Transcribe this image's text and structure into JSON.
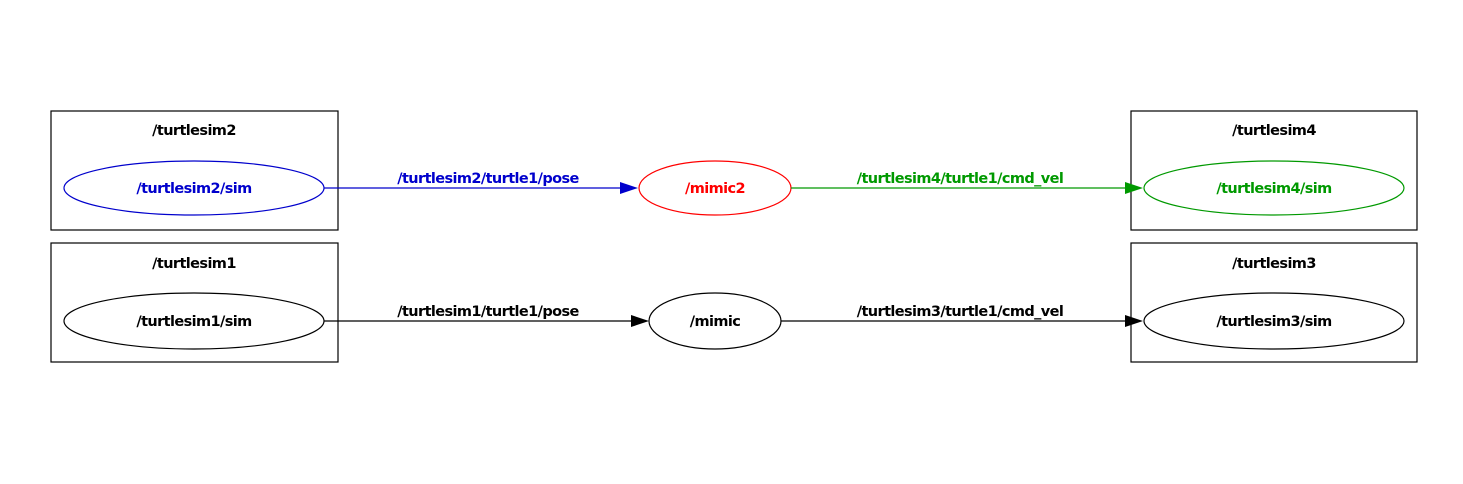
{
  "colors": {
    "blue": "#0000cc",
    "red": "#ff0000",
    "green": "#009900",
    "black": "#000000"
  },
  "clusters": [
    {
      "label": "/turtlesim2",
      "node": "/turtlesim2/sim"
    },
    {
      "label": "/turtlesim1",
      "node": "/turtlesim1/sim"
    },
    {
      "label": "/turtlesim4",
      "node": "/turtlesim4/sim"
    },
    {
      "label": "/turtlesim3",
      "node": "/turtlesim3/sim"
    }
  ],
  "nodes": {
    "mimic2": "/mimic2",
    "mimic": "/mimic"
  },
  "edges": [
    {
      "from": "/turtlesim2/sim",
      "to": "/mimic2",
      "label": "/turtlesim2/turtle1/pose"
    },
    {
      "from": "/mimic2",
      "to": "/turtlesim4/sim",
      "label": "/turtlesim4/turtle1/cmd_vel"
    },
    {
      "from": "/turtlesim1/sim",
      "to": "/mimic",
      "label": "/turtlesim1/turtle1/pose"
    },
    {
      "from": "/mimic",
      "to": "/turtlesim3/sim",
      "label": "/turtlesim3/turtle1/cmd_vel"
    }
  ]
}
